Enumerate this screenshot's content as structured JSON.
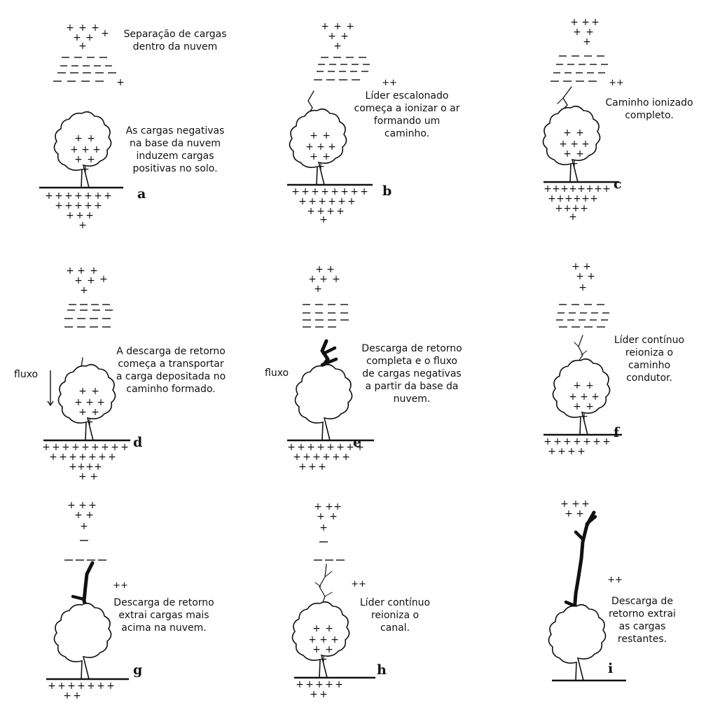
{
  "panels": [
    {
      "id": "a",
      "letter": "a",
      "caption": "Separação de cargas\ndentro da nuvem",
      "caption2": "As cargas negativas\nna base da nuvem\ninduzem cargas\npositivas no solo.",
      "flow": ""
    },
    {
      "id": "b",
      "letter": "b",
      "caption": "Líder escalonado\ncomeça a ionizar o ar\nformando um\ncaminho.",
      "caption2": "",
      "flow": ""
    },
    {
      "id": "c",
      "letter": "c",
      "caption": "Caminho ionizado\ncompleto.",
      "caption2": "",
      "flow": ""
    },
    {
      "id": "d",
      "letter": "d",
      "caption": "A descarga de retorno\ncomeça a transportar\na carga depositada no\ncaminho formado.",
      "caption2": "",
      "flow": "fluxo"
    },
    {
      "id": "e",
      "letter": "e",
      "caption": "Descarga de retorno\ncompleta e o fluxo\nde cargas negativas\na partir da base da\nnuvem.",
      "caption2": "",
      "flow": "fluxo"
    },
    {
      "id": "f",
      "letter": "f",
      "caption": "Líder contínuo\nreioniza o\ncaminho\ncondutor.",
      "caption2": "",
      "flow": ""
    },
    {
      "id": "g",
      "letter": "g",
      "caption": "Descarga de retorno\nextrai cargas mais\nacima na nuvem.",
      "caption2": "",
      "flow": ""
    },
    {
      "id": "h",
      "letter": "h",
      "caption": "Líder contínuo\nreioniza o\ncanal.",
      "caption2": "",
      "flow": ""
    },
    {
      "id": "i",
      "letter": "i",
      "caption": "Descarga de\nretorno extrai\nas cargas\nrestantes.",
      "caption2": "",
      "flow": ""
    }
  ]
}
